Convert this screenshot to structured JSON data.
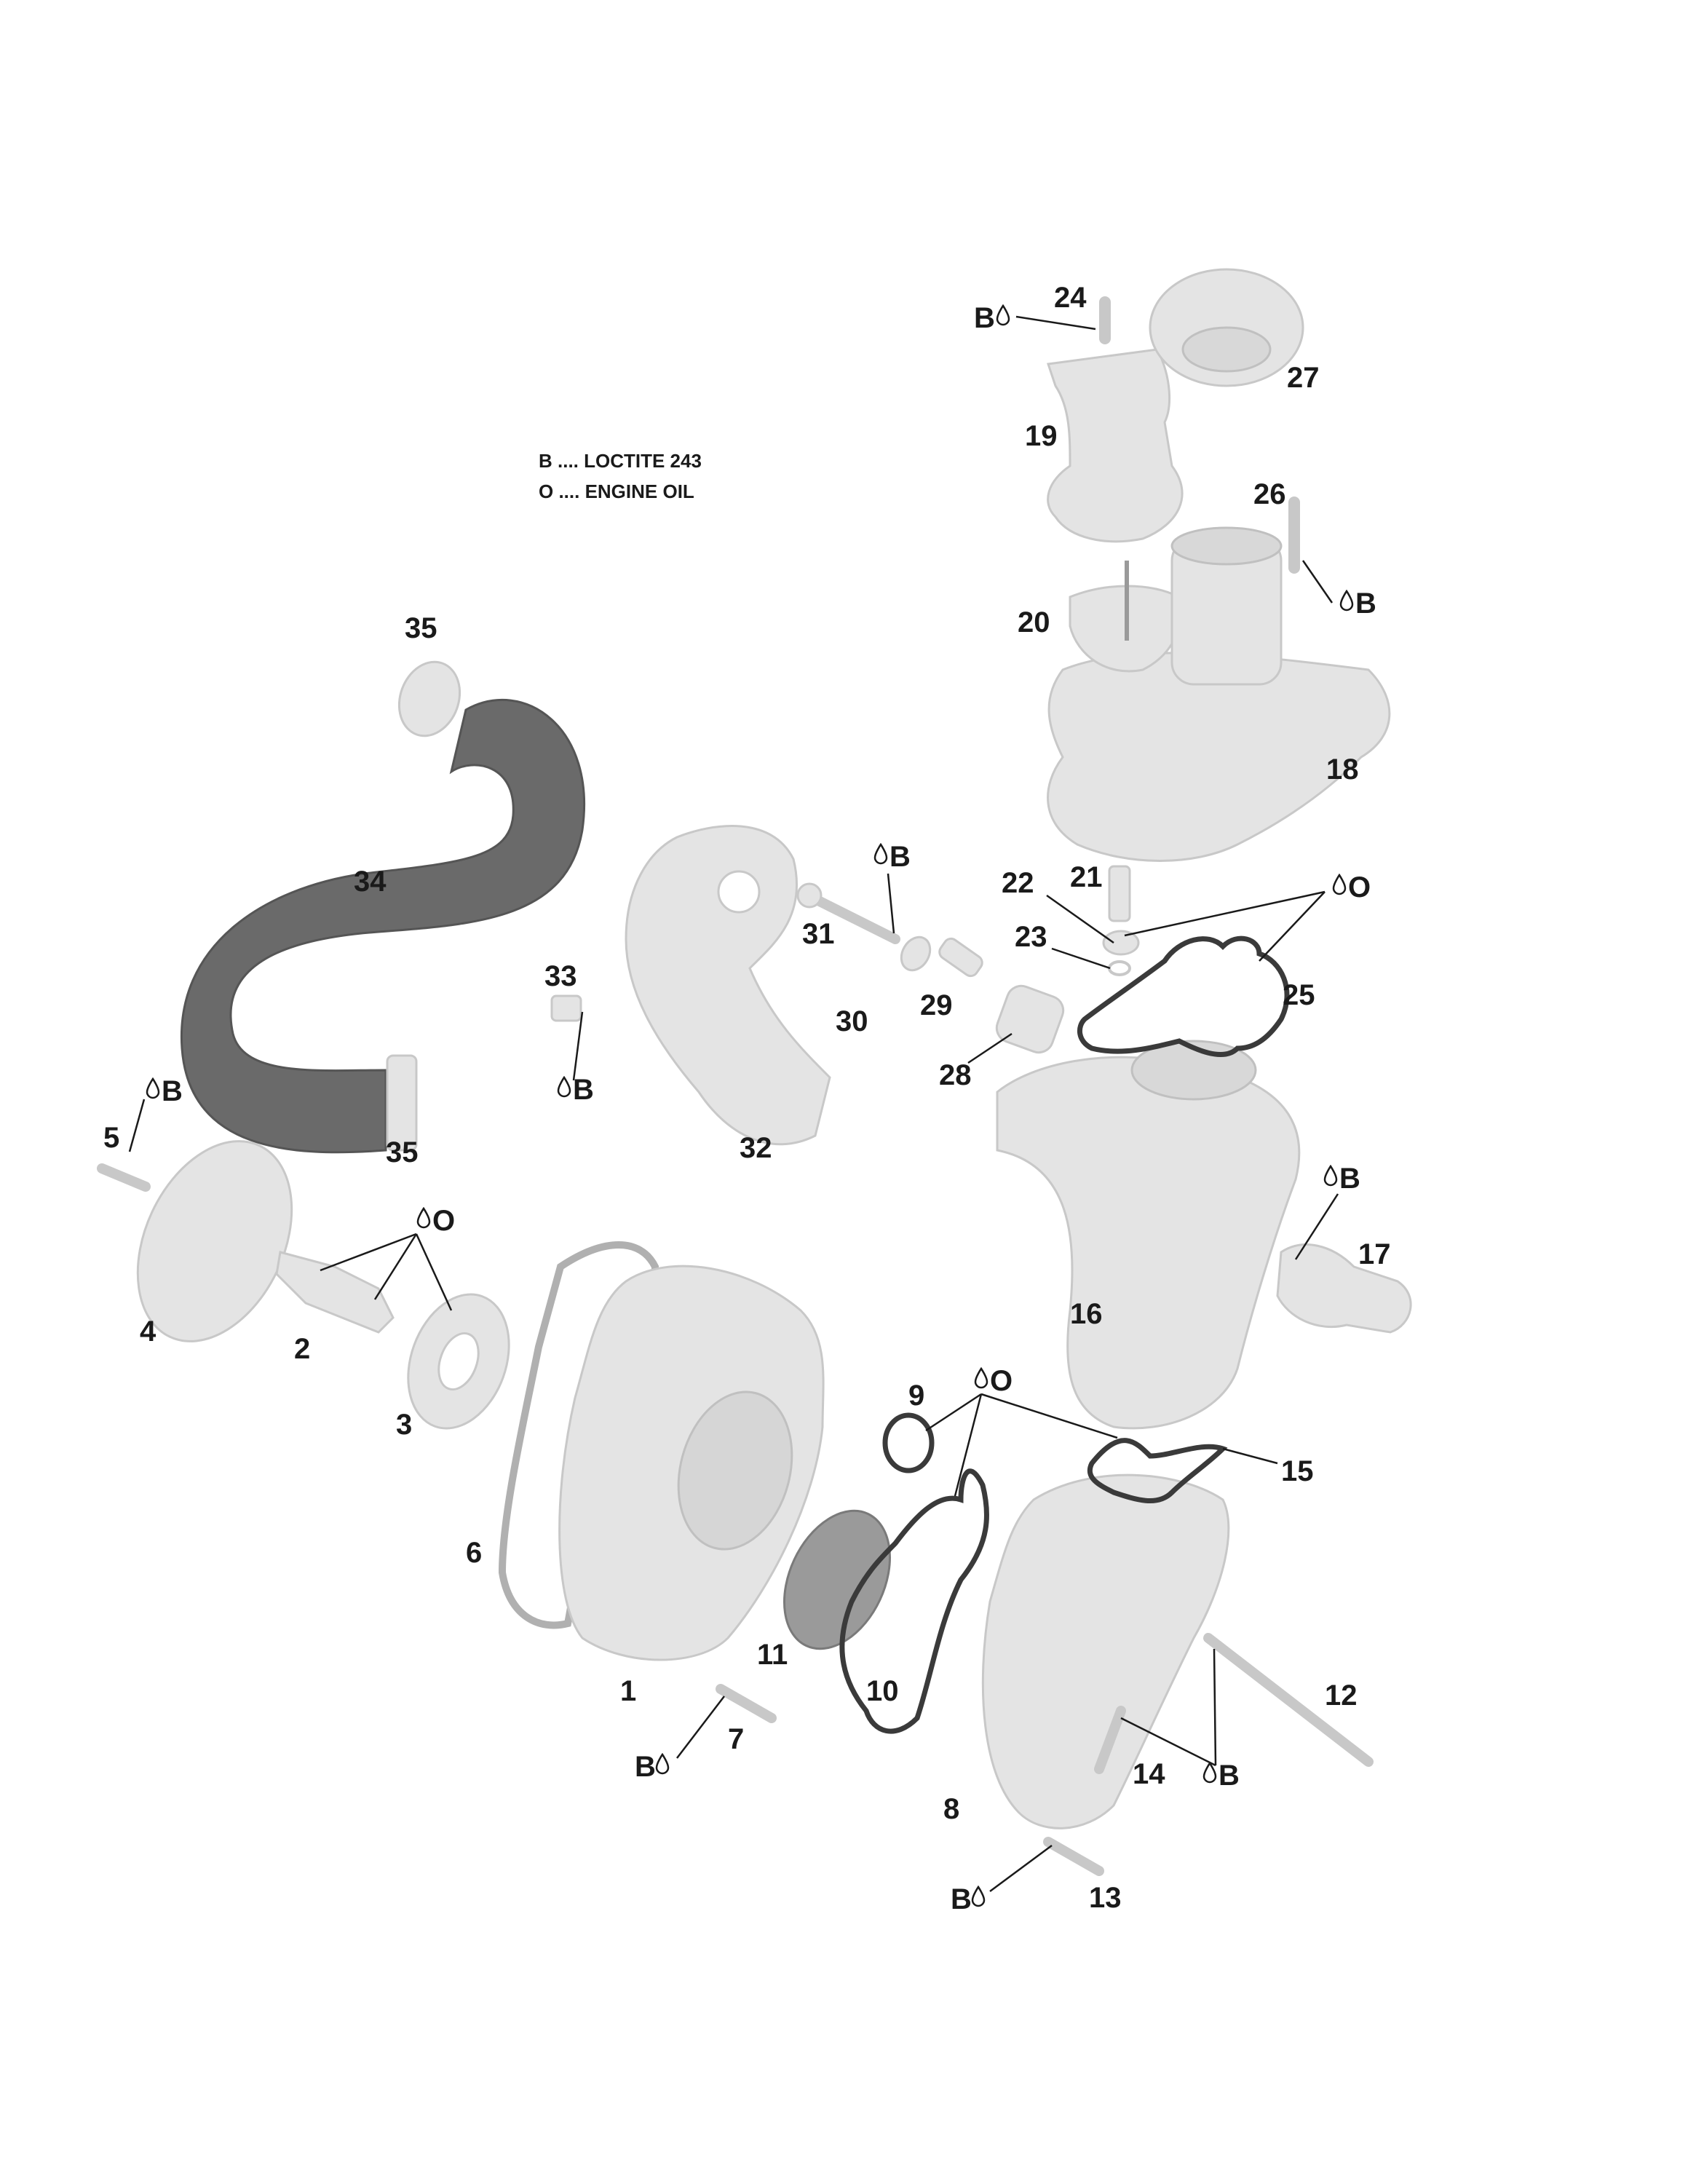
{
  "legend": {
    "line1": "B .... LOCTITE 243",
    "line2": "O .... ENGINE OIL"
  },
  "callouts": {
    "n1": "1",
    "n2": "2",
    "n3": "3",
    "n4": "4",
    "n5": "5",
    "n6": "6",
    "n7": "7",
    "n8": "8",
    "n9": "9",
    "n10": "10",
    "n11": "11",
    "n12": "12",
    "n13": "13",
    "n14": "14",
    "n15": "15",
    "n16": "16",
    "n17": "17",
    "n18": "18",
    "n19": "19",
    "n20": "20",
    "n21": "21",
    "n22": "22",
    "n23": "23",
    "n24": "24",
    "n25": "25",
    "n26": "26",
    "n27": "27",
    "n28": "28",
    "n29": "29",
    "n30": "30",
    "n31": "31",
    "n32": "32",
    "n33": "33",
    "n34": "34",
    "n35a": "35",
    "n35b": "35"
  },
  "symbols": {
    "b": "B",
    "o": "O"
  },
  "colors": {
    "part_fill": "#e4e4e4",
    "hose_fill": "#6a6a6a",
    "seal_stroke": "#3a3a3a",
    "text": "#1a1a1a"
  }
}
